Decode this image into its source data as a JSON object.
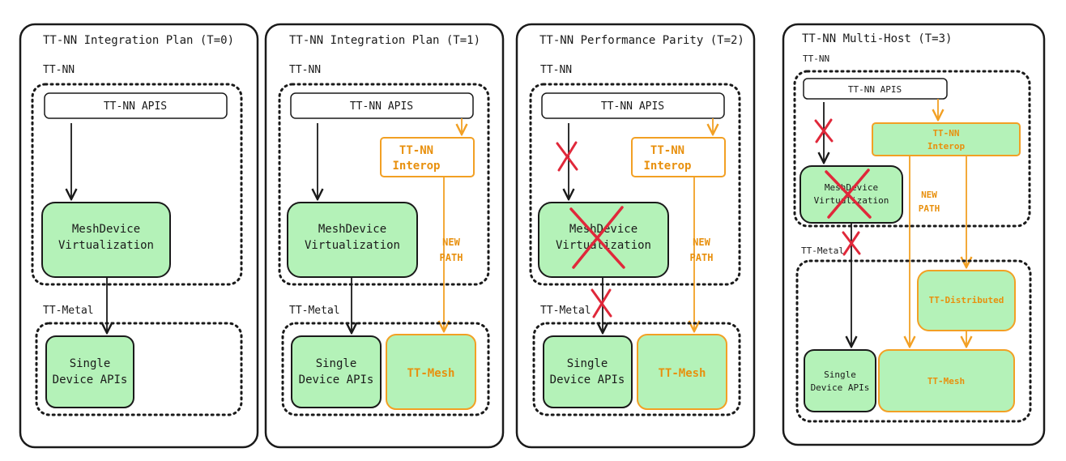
{
  "colors": {
    "ink": "#1a1a1a",
    "green_fill": "#b4f2b8",
    "orange": "#f2a024",
    "orange_text": "#e8900e",
    "red_x": "#e0283a"
  },
  "panels": [
    {
      "title": "TT-NN Integration Plan (T=0)",
      "ttnn_label": "TT-NN",
      "apis_label": "TT-NN APIS",
      "mesh_line1": "MeshDevice",
      "mesh_line2": "Virtualization",
      "metal_label": "TT-Metal",
      "single_line1": "Single",
      "single_line2": "Device APIs"
    },
    {
      "title": "TT-NN Integration Plan (T=1)",
      "ttnn_label": "TT-NN",
      "apis_label": "TT-NN APIS",
      "interop_line1": "TT-NN",
      "interop_line2": "Interop",
      "mesh_line1": "MeshDevice",
      "mesh_line2": "Virtualization",
      "new_path_line1": "NEW",
      "new_path_line2": "PATH",
      "metal_label": "TT-Metal",
      "single_line1": "Single",
      "single_line2": "Device APIs",
      "ttmesh_label": "TT-Mesh"
    },
    {
      "title": "TT-NN Performance Parity (T=2)",
      "ttnn_label": "TT-NN",
      "apis_label": "TT-NN APIS",
      "interop_line1": "TT-NN",
      "interop_line2": "Interop",
      "mesh_line1": "MeshDevice",
      "mesh_line2": "Virtualization",
      "new_path_line1": "NEW",
      "new_path_line2": "PATH",
      "metal_label": "TT-Metal",
      "single_line1": "Single",
      "single_line2": "Device APIs",
      "ttmesh_label": "TT-Mesh"
    },
    {
      "title": "TT-NN Multi-Host (T=3)",
      "ttnn_label": "TT-NN",
      "apis_label": "TT-NN APIS",
      "interop_line1": "TT-NN",
      "interop_line2": "Interop",
      "mesh_line1": "MeshDevice",
      "mesh_line2": "Virtualization",
      "new_path_line1": "NEW",
      "new_path_line2": "PATH",
      "metal_label": "TT-Metal",
      "distributed_label": "TT-Distributed",
      "single_line1": "Single",
      "single_line2": "Device APIs",
      "ttmesh_label": "TT-Mesh"
    }
  ]
}
